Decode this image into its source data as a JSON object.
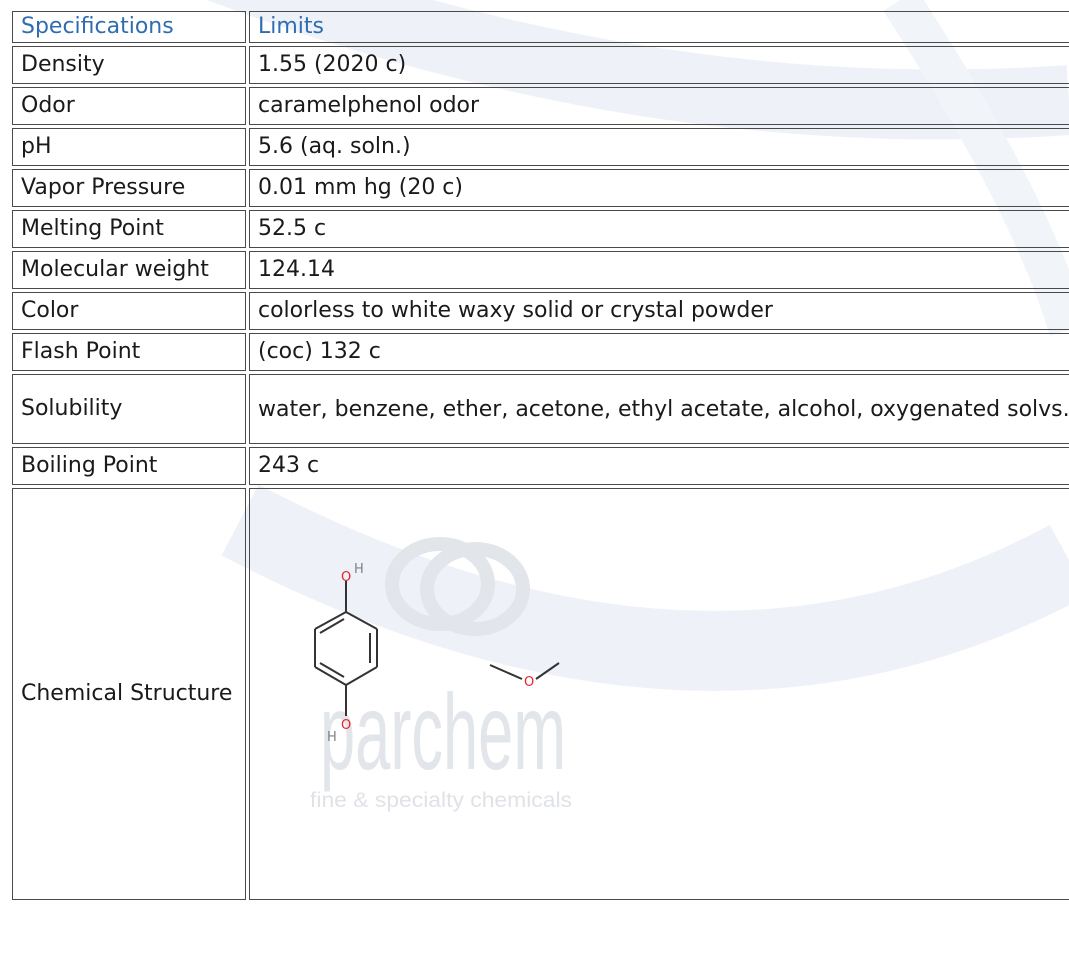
{
  "table": {
    "header": {
      "spec": "Specifications",
      "limit": "Limits"
    },
    "rows": [
      {
        "spec": "Density",
        "limit": "1.55 (2020 c)"
      },
      {
        "spec": "Odor",
        "limit": "caramelphenol odor"
      },
      {
        "spec": "pH",
        "limit": "5.6 (aq. soln.)"
      },
      {
        "spec": "Vapor Pressure",
        "limit": "0.01 mm hg (20 c)"
      },
      {
        "spec": "Melting Point",
        "limit": "52.5 c"
      },
      {
        "spec": "Molecular weight",
        "limit": "124.14"
      },
      {
        "spec": "Color",
        "limit": "colorless to white waxy solid or crystal powder"
      },
      {
        "spec": "Flash Point",
        "limit": "(coc) 132 c"
      },
      {
        "spec": "Solubility",
        "limit": "water, benzene, ether, acetone, ethyl acetate, alcohol, oxygenated solvs."
      },
      {
        "spec": "Boiling Point",
        "limit": "243 c"
      }
    ],
    "structure": {
      "label": "Chemical Structure",
      "atoms": {
        "oxygen": "O",
        "hydrogen": "H"
      }
    }
  },
  "watermark": {
    "brand": "parchem",
    "tagline": "fine & specialty chemicals"
  },
  "colors": {
    "header_text": "#2f6db0",
    "border": "#4a4a4a",
    "oxygen": "#e8202a",
    "bond": "#333333",
    "hydrogen": "#808080"
  }
}
